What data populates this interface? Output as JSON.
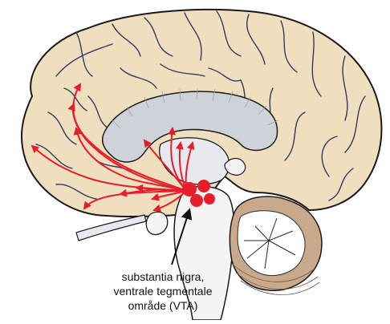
{
  "diagram": {
    "caption_lines": [
      "substantia nigra,",
      "ventrale tegmentale",
      "område (VTA)"
    ]
  },
  "colors": {
    "cortex_fill": "#f0dfbe",
    "outline": "#1a1a1a",
    "sulcus": "#2f3b66",
    "inner_gray": "#cdd3d9",
    "inner_light": "#e6eaee",
    "pathway_red": "#e51e2a"
  }
}
